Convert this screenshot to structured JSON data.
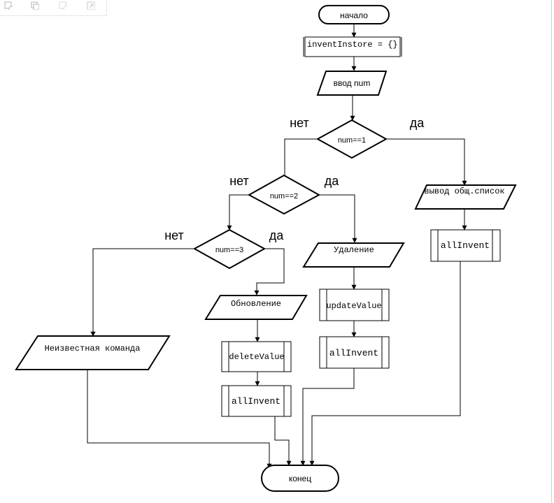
{
  "toolbar": {
    "icons": [
      "add-shape-icon",
      "duplicate-icon",
      "add-shape-disabled-icon",
      "fit-icon"
    ]
  },
  "flowchart": {
    "start": "начало",
    "init": "inventInstore = {}",
    "input": "ввод num",
    "decision1": "num==1",
    "decision2": "num==2",
    "decision3": "num==3",
    "yes": "да",
    "no": "нет",
    "list_output": "вывод общ.список",
    "all_invent": "allInvent",
    "delete_io": "Удаление",
    "update_value": "updateValue",
    "update_io": "Обновление",
    "delete_value": "deleteValue",
    "unknown_command": "Неизвестная команда",
    "end": "конец"
  },
  "colors": {
    "stroke": "#000000",
    "background": "#ffffff"
  }
}
